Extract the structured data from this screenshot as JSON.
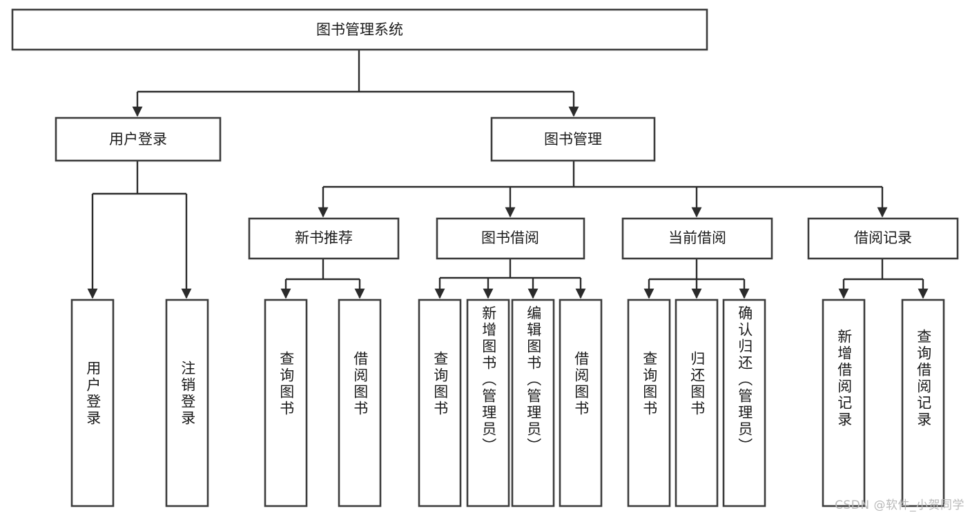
{
  "diagram": {
    "type": "tree",
    "title_node": {
      "label": "图书管理系统"
    },
    "level1": [
      {
        "id": "user-login",
        "label": "用户登录"
      },
      {
        "id": "book-management",
        "label": "图书管理"
      }
    ],
    "level2": [
      {
        "id": "new-book-recommend",
        "label": "新书推荐",
        "parent": "book-management"
      },
      {
        "id": "book-borrow",
        "label": "图书借阅",
        "parent": "book-management"
      },
      {
        "id": "current-borrow",
        "label": "当前借阅",
        "parent": "book-management"
      },
      {
        "id": "borrow-record",
        "label": "借阅记录",
        "parent": "book-management"
      }
    ],
    "leaves": {
      "user-login": [
        {
          "id": "leaf-user-login",
          "label": "用户登录"
        },
        {
          "id": "leaf-logout",
          "label": "注销登录"
        }
      ],
      "new-book-recommend": [
        {
          "id": "leaf-query-book-1",
          "label": "查询图书"
        },
        {
          "id": "leaf-borrow-book-1",
          "label": "借阅图书"
        }
      ],
      "book-borrow": [
        {
          "id": "leaf-query-book-2",
          "label": "查询图书"
        },
        {
          "id": "leaf-add-book",
          "label": "新增图书（管理员）"
        },
        {
          "id": "leaf-edit-book",
          "label": "编辑图书（管理员）"
        },
        {
          "id": "leaf-borrow-book-2",
          "label": "借阅图书"
        }
      ],
      "current-borrow": [
        {
          "id": "leaf-query-book-3",
          "label": "查询图书"
        },
        {
          "id": "leaf-return-book",
          "label": "归还图书"
        },
        {
          "id": "leaf-confirm-return",
          "label": "确认归还（管理员）"
        }
      ],
      "borrow-record": [
        {
          "id": "leaf-add-record",
          "label": "新增借阅记录"
        },
        {
          "id": "leaf-query-record",
          "label": "查询借阅记录"
        }
      ]
    }
  },
  "watermark": {
    "text": "CSDN @软件_小贺同学"
  },
  "colors": {
    "box_stroke": "#3c3c3c",
    "connector": "#2b2b2b",
    "text": "#1a1a1a",
    "background": "#ffffff",
    "watermark": "#b9b9b9"
  }
}
